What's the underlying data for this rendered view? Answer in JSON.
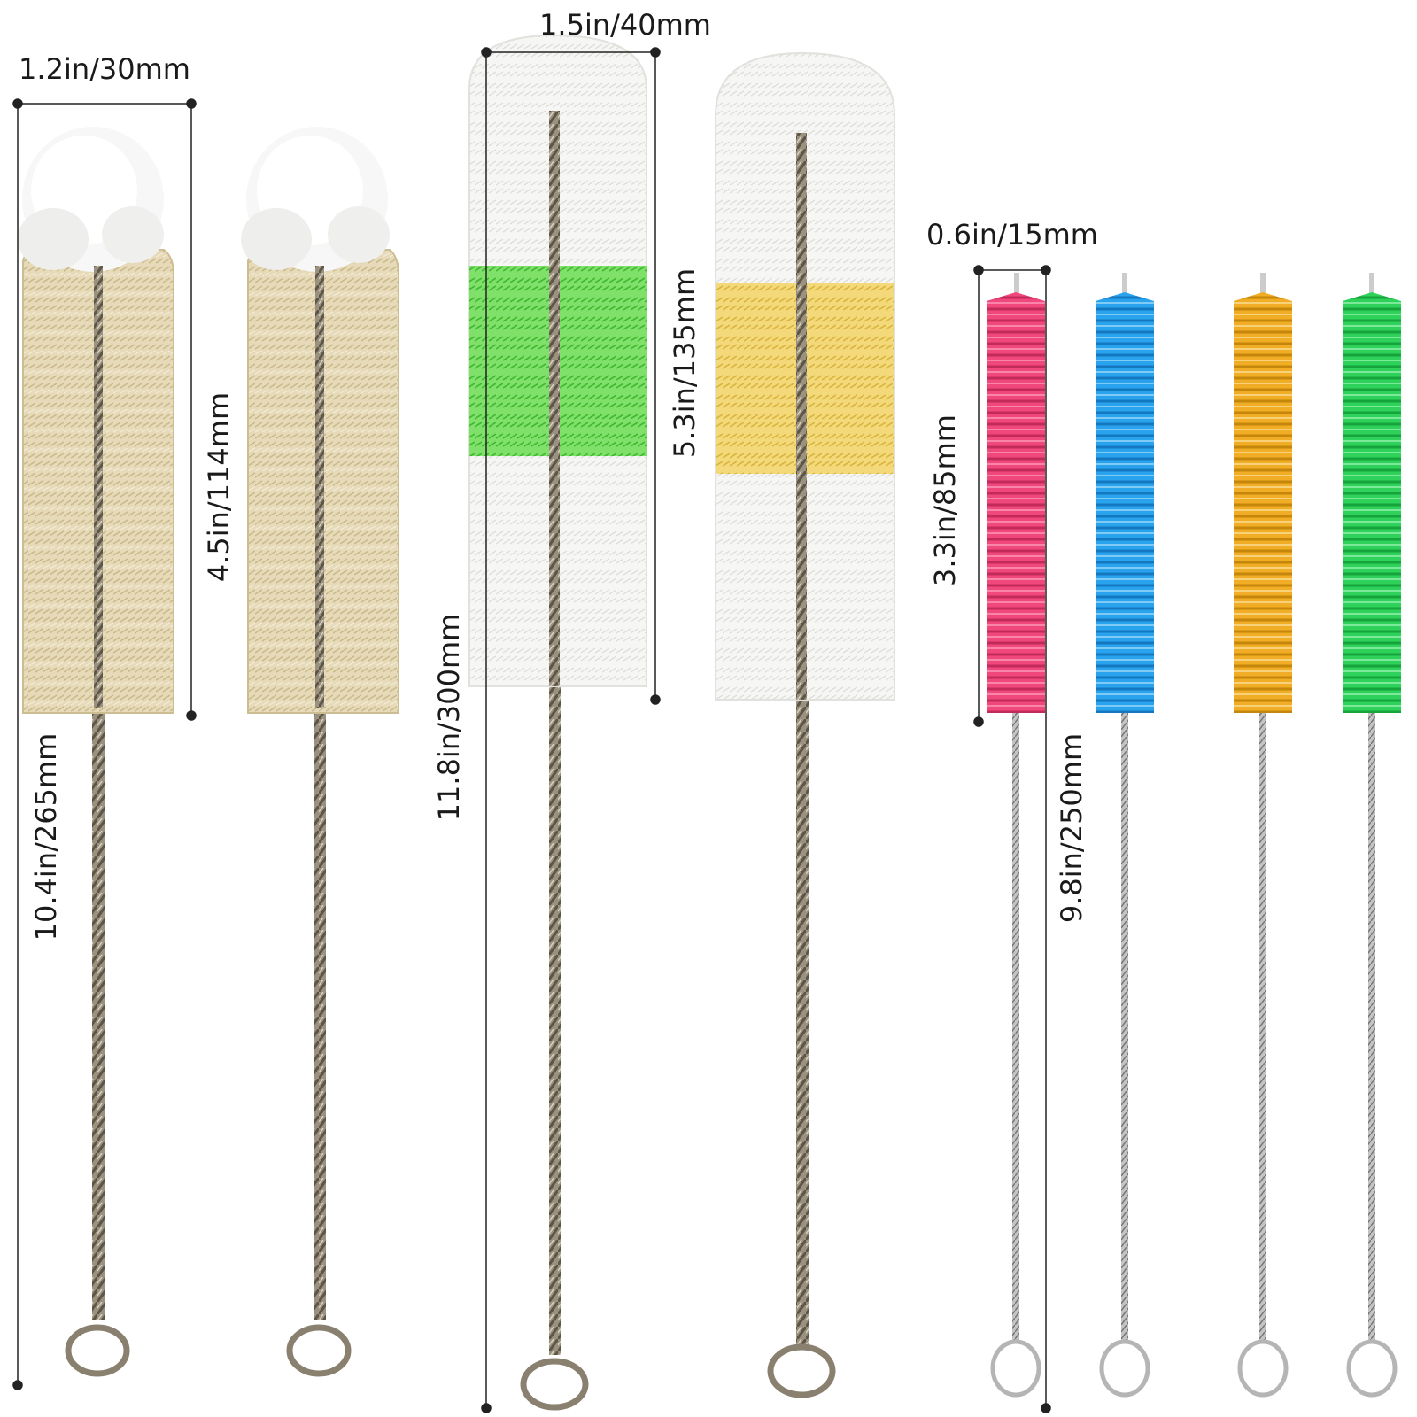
{
  "colors": {
    "background": "#ffffff",
    "guide_line": "#222222",
    "wire": "#8a8070",
    "tuft_white": "#f4f4f2",
    "tuft_beige": "#e3d6b3",
    "accent_green": "#5fd64a",
    "accent_yellow": "#f0cf5a",
    "silicone_pink": "#f0487c",
    "silicone_blue": "#2aa3ee",
    "silicone_orange": "#f0ad25",
    "silicone_green": "#2ed25a"
  },
  "brushes": [
    {
      "id": "brush-1",
      "type": "tuft",
      "tip": "sponge",
      "color": "beige"
    },
    {
      "id": "brush-2",
      "type": "tuft",
      "tip": "sponge",
      "color": "beige"
    },
    {
      "id": "brush-3",
      "type": "bristle",
      "accent": "green"
    },
    {
      "id": "brush-4",
      "type": "bristle",
      "accent": "yellow"
    },
    {
      "id": "brush-5",
      "type": "silicone",
      "color": "pink"
    },
    {
      "id": "brush-6",
      "type": "silicone",
      "color": "blue"
    },
    {
      "id": "brush-7",
      "type": "silicone",
      "color": "orange"
    },
    {
      "id": "brush-8",
      "type": "silicone",
      "color": "green"
    }
  ],
  "dimensions": {
    "small_brush_width": "1.2in/30mm",
    "small_brush_head": "4.5in/114mm",
    "small_brush_length": "10.4in/265mm",
    "large_brush_width": "1.5in/40mm",
    "large_brush_head": "5.3in/135mm",
    "large_brush_length": "11.8in/300mm",
    "silicone_width": "0.6in/15mm",
    "silicone_head": "3.3in/85mm",
    "silicone_length": "9.8in/250mm"
  }
}
